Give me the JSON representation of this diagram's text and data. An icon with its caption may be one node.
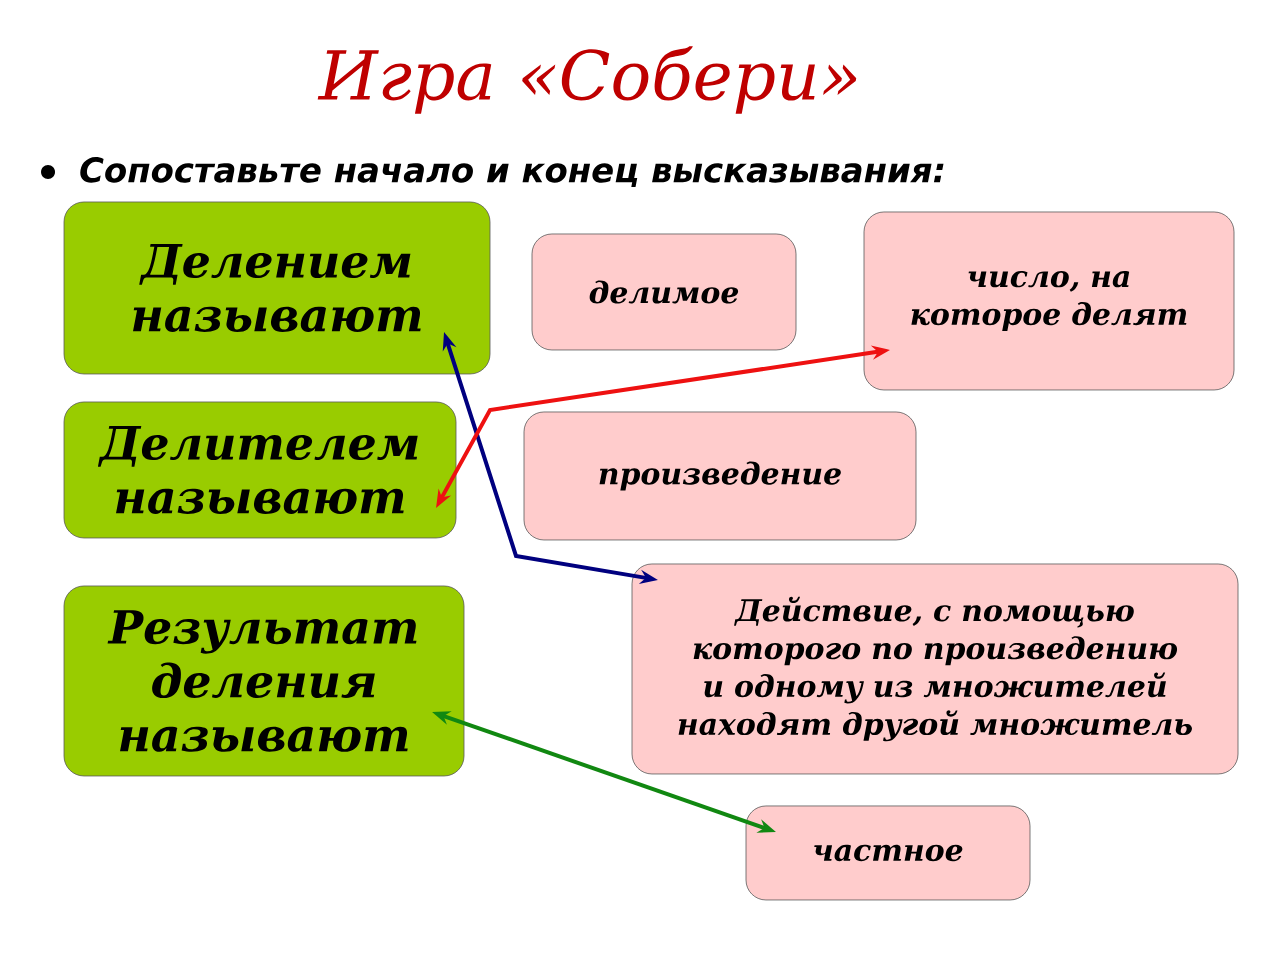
{
  "diagram": {
    "title": "Игра «Собери»",
    "nodes": [
      {
        "text": [
          "Делением называют"
        ]
      },
      {
        "text": [
          "делимое"
        ]
      },
      {
        "text": [
          "число, на которое делят"
        ]
      },
      {
        "text": [
          "Делителем называют"
        ]
      },
      {
        "text": [
          "произведение"
        ]
      },
      {
        "text": [
          "Результат деления называют"
        ]
      },
      {
        "text": [
          "Действие, с помощью которого по произведению и одному из множителей находят другой множитель"
        ]
      },
      {
        "text": [
          "частное"
        ]
      }
    ],
    "edges": [
      {
        "from": 0,
        "to": 6,
        "arrow": "both",
        "color": "#00007f"
      },
      {
        "from": 3,
        "to": 2,
        "arrow": "both",
        "color": "#ee1111"
      },
      {
        "from": 5,
        "to": 7,
        "arrow": "both",
        "color": "#118811"
      }
    ],
    "labels": [
      "Сопоставьте  начало и конец высказывания:"
    ]
  }
}
